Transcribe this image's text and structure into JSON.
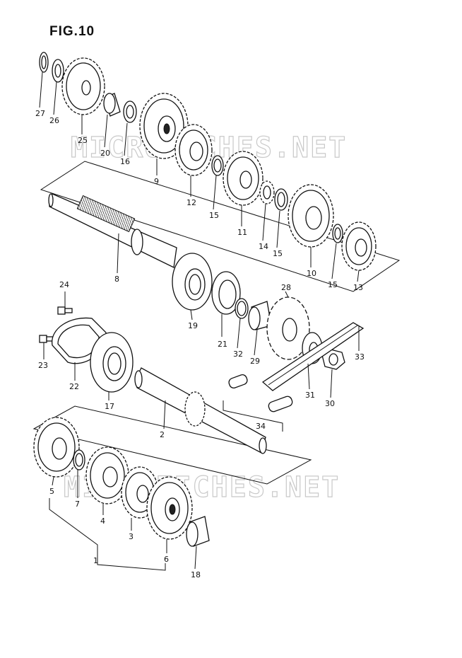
{
  "figure": {
    "title": "FIG.10"
  },
  "watermark": "MICROFICHES.NET",
  "parts": {
    "p1": "1",
    "p2": "2",
    "p3": "3",
    "p4": "4",
    "p5": "5",
    "p6": "6",
    "p7": "7",
    "p8": "8",
    "p9": "9",
    "p10": "10",
    "p11": "11",
    "p12": "12",
    "p13": "13",
    "p14": "14",
    "p15a": "15",
    "p15b": "15",
    "p15c": "15",
    "p16": "16",
    "p17": "17",
    "p18": "18",
    "p19": "19",
    "p20": "20",
    "p21": "21",
    "p22": "22",
    "p23": "23",
    "p24": "24",
    "p25": "25",
    "p26": "26",
    "p27": "27",
    "p28": "28",
    "p29": "29",
    "p30": "30",
    "p31": "31",
    "p32": "32",
    "p33": "33",
    "p34": "34"
  }
}
